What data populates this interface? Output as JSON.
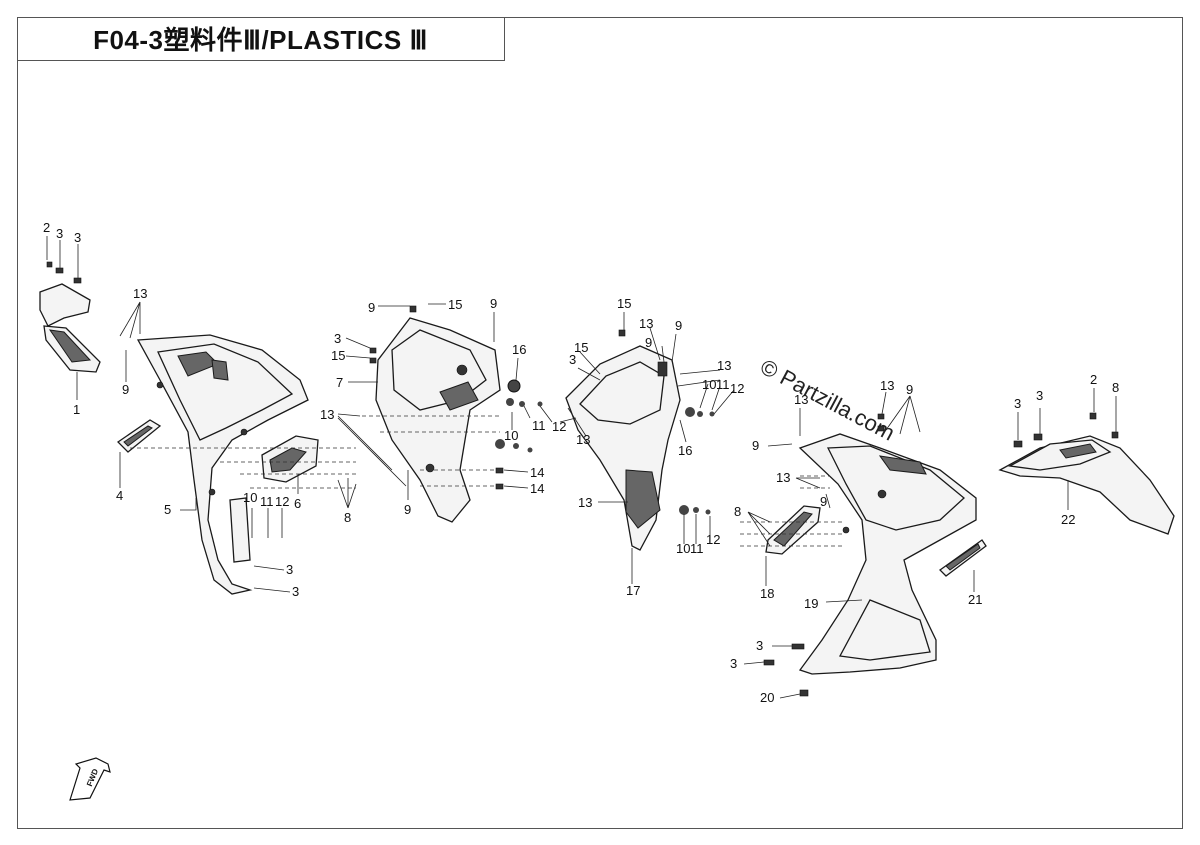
{
  "title": "F04-3塑料件Ⅲ/PLASTICS Ⅲ",
  "watermark": "© Partzilla.com",
  "fwd_label": "FWD",
  "callouts": {
    "c1": "1",
    "c2a": "2",
    "c3a": "3",
    "c3b": "3",
    "c13a": "13",
    "c9a": "9",
    "c4": "4",
    "c5": "5",
    "c6": "6",
    "c10a": "10",
    "c11a": "11",
    "c12a": "12",
    "c3c": "3",
    "c3d": "3",
    "c8a": "8",
    "c9b": "9",
    "c15a": "15",
    "c9c": "9",
    "c3e": "3",
    "c15b": "15",
    "c7": "7",
    "c16a": "16",
    "c13b": "13",
    "c10b": "10",
    "c11b": "11",
    "c12b": "12",
    "c14a": "14",
    "c14b": "14",
    "c9d": "9",
    "c15c": "15",
    "c3f": "3",
    "c13c": "13",
    "c9e": "9",
    "c9f": "9",
    "c13d": "13",
    "c10c": "10",
    "c11c": "11",
    "c12c": "12",
    "c15d": "15",
    "c13e": "13",
    "c16b": "16",
    "c13f": "13",
    "c10d": "10",
    "c11d": "11",
    "c12d": "12",
    "c17": "17",
    "c13g": "13",
    "c9g": "9",
    "c13h": "13",
    "c9h": "9",
    "c8b": "8",
    "c18": "18",
    "c19": "19",
    "c21": "21",
    "c3g": "3",
    "c3h": "3",
    "c20": "20",
    "c13i": "13",
    "c9i": "9",
    "c3i": "3",
    "c3j": "3",
    "c2b": "2",
    "c8c": "8",
    "c22": "22"
  }
}
